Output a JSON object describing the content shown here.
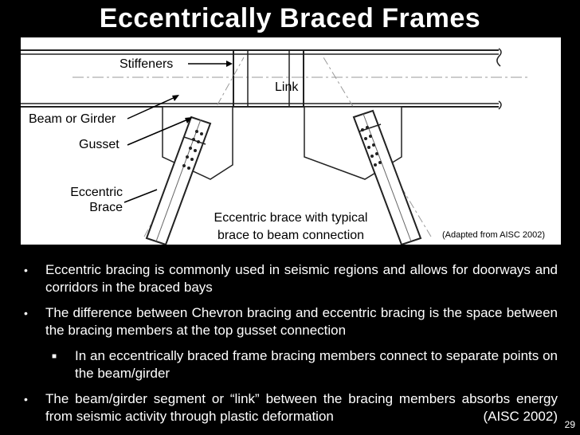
{
  "slide": {
    "title": "Eccentrically Braced Frames",
    "page_number": "29"
  },
  "figure": {
    "labels": {
      "stiffeners": "Stiffeners",
      "link": "Link",
      "beam": "Beam or Girder",
      "gusset": "Gusset",
      "brace_line1": "Eccentric",
      "brace_line2": "Brace"
    },
    "caption_line1": "Eccentric brace with typical",
    "caption_line2": "brace to beam connection",
    "credit": "(Adapted from AISC 2002)"
  },
  "bullets": [
    {
      "text": "Eccentric bracing is commonly used in seismic regions and allows for doorways and corridors in the braced bays"
    },
    {
      "text": "The difference between Chevron bracing and eccentric bracing is the space between the bracing members at the top gusset connection"
    },
    {
      "text": "In an eccentrically braced frame bracing members connect to separate points on the beam/girder"
    },
    {
      "text": "The beam/girder segment or “link” between the bracing members absorbs energy from seismic activity through plastic deformation",
      "ref": "(AISC 2002)"
    }
  ]
}
